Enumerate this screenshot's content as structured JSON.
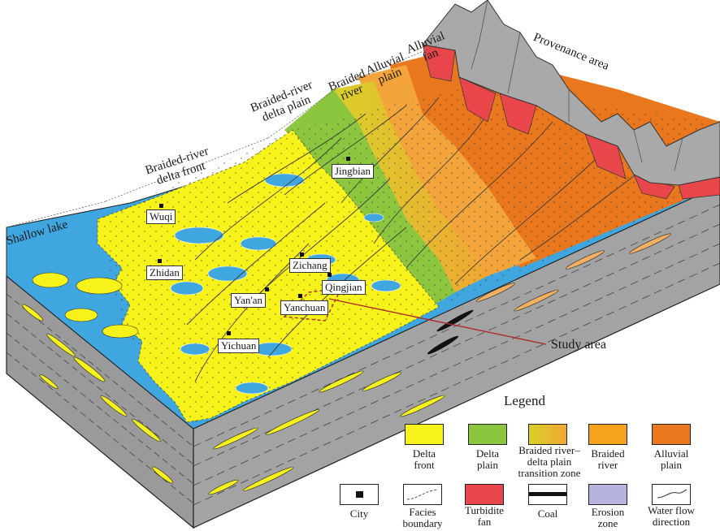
{
  "zones": {
    "shallow_lake": "Shallow lake",
    "delta_front": "Braided-river\ndelta front",
    "delta_plain": "Braided-river\ndelta plain",
    "braided_river": "Braided\nriver",
    "alluvial_plain": "Alluvial\nplain",
    "alluvial_fan": "Alluvial\nfan",
    "provenance": "Provenance area"
  },
  "cities": {
    "jingbian": "Jingbian",
    "wuqi": "Wuqi",
    "zhidan": "Zhidan",
    "zichang": "Zichang",
    "qingjian": "Qingjian",
    "yanan": "Yan'an",
    "yanchuan": "Yanchuan",
    "yichuan": "Yichuan"
  },
  "study_area": "Study area",
  "legend": {
    "title": "Legend",
    "delta_front": "Delta\nfront",
    "delta_plain": "Delta\nplain",
    "transition": "Braided river–\ndelta plain\ntransition zone",
    "braided_river": "Braided\nriver",
    "alluvial_plain": "Alluvial\nplain",
    "city": "City",
    "facies_boundary": "Facies\nboundary",
    "turbidite_fan": "Turbidite\nfan",
    "coal": "Coal",
    "erosion_zone": "Erosion\nzone",
    "water_flow": "Water flow\ndirection"
  },
  "colors": {
    "lake": "#3fa6e0",
    "delta_front": "#f7f21a",
    "delta_plain": "#8cc63f",
    "transition": "#f0b43a",
    "braided_river": "#f7a21c",
    "alluvial_plain": "#e9771e",
    "turbidite": "#e8464a",
    "mountain": "#a9a9a9",
    "erosion": "#b7b3e0",
    "side_gray": "#9c9c9c"
  }
}
